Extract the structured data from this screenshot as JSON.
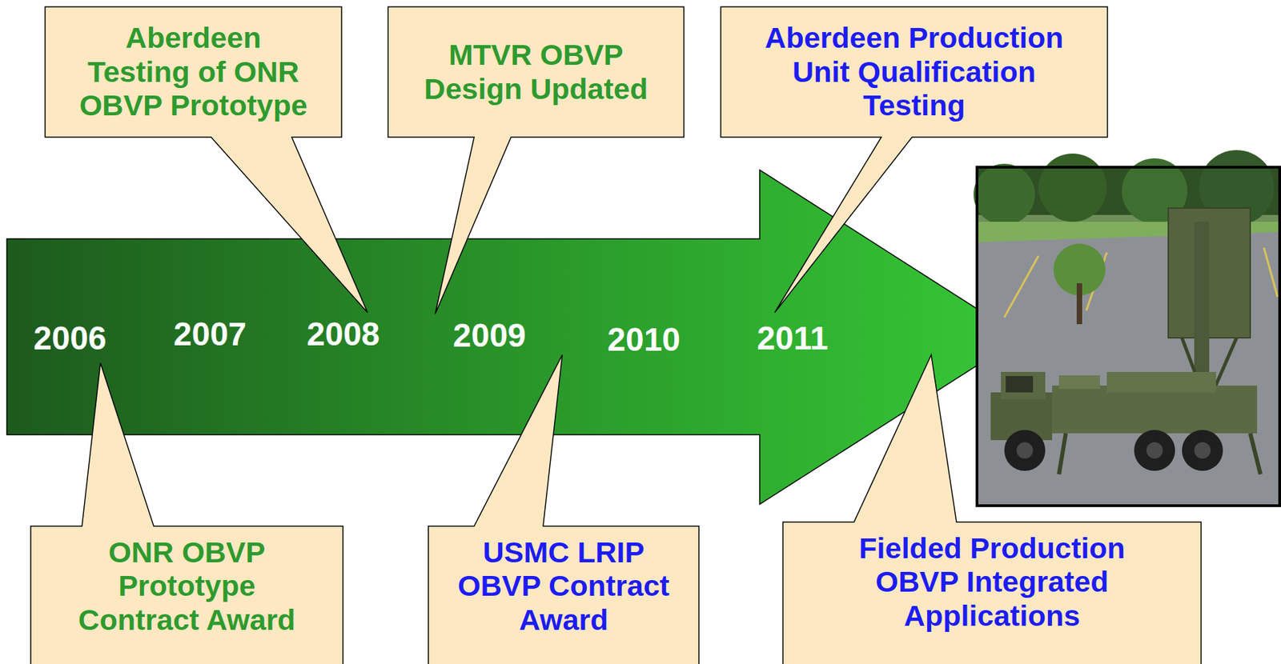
{
  "diagram": {
    "nodes": [
      {
        "text": [
          "Aberdeen Testing of ONR OBVP Prototype"
        ]
      },
      {
        "text": [
          "MTVR OBVP Design Updated"
        ]
      },
      {
        "text": [
          "Aberdeen Production Unit Qualification Testing"
        ]
      },
      {
        "text": [
          "ONR OBVP Prototype Contract Award"
        ]
      },
      {
        "text": [
          "USMC LRIP OBVP Contract Award"
        ]
      },
      {
        "text": [
          "Fielded Production OBVP Integrated Applications"
        ]
      }
    ],
    "labels": [
      "2006",
      "2007",
      "2008",
      "2009",
      "2010",
      "2011"
    ]
  }
}
